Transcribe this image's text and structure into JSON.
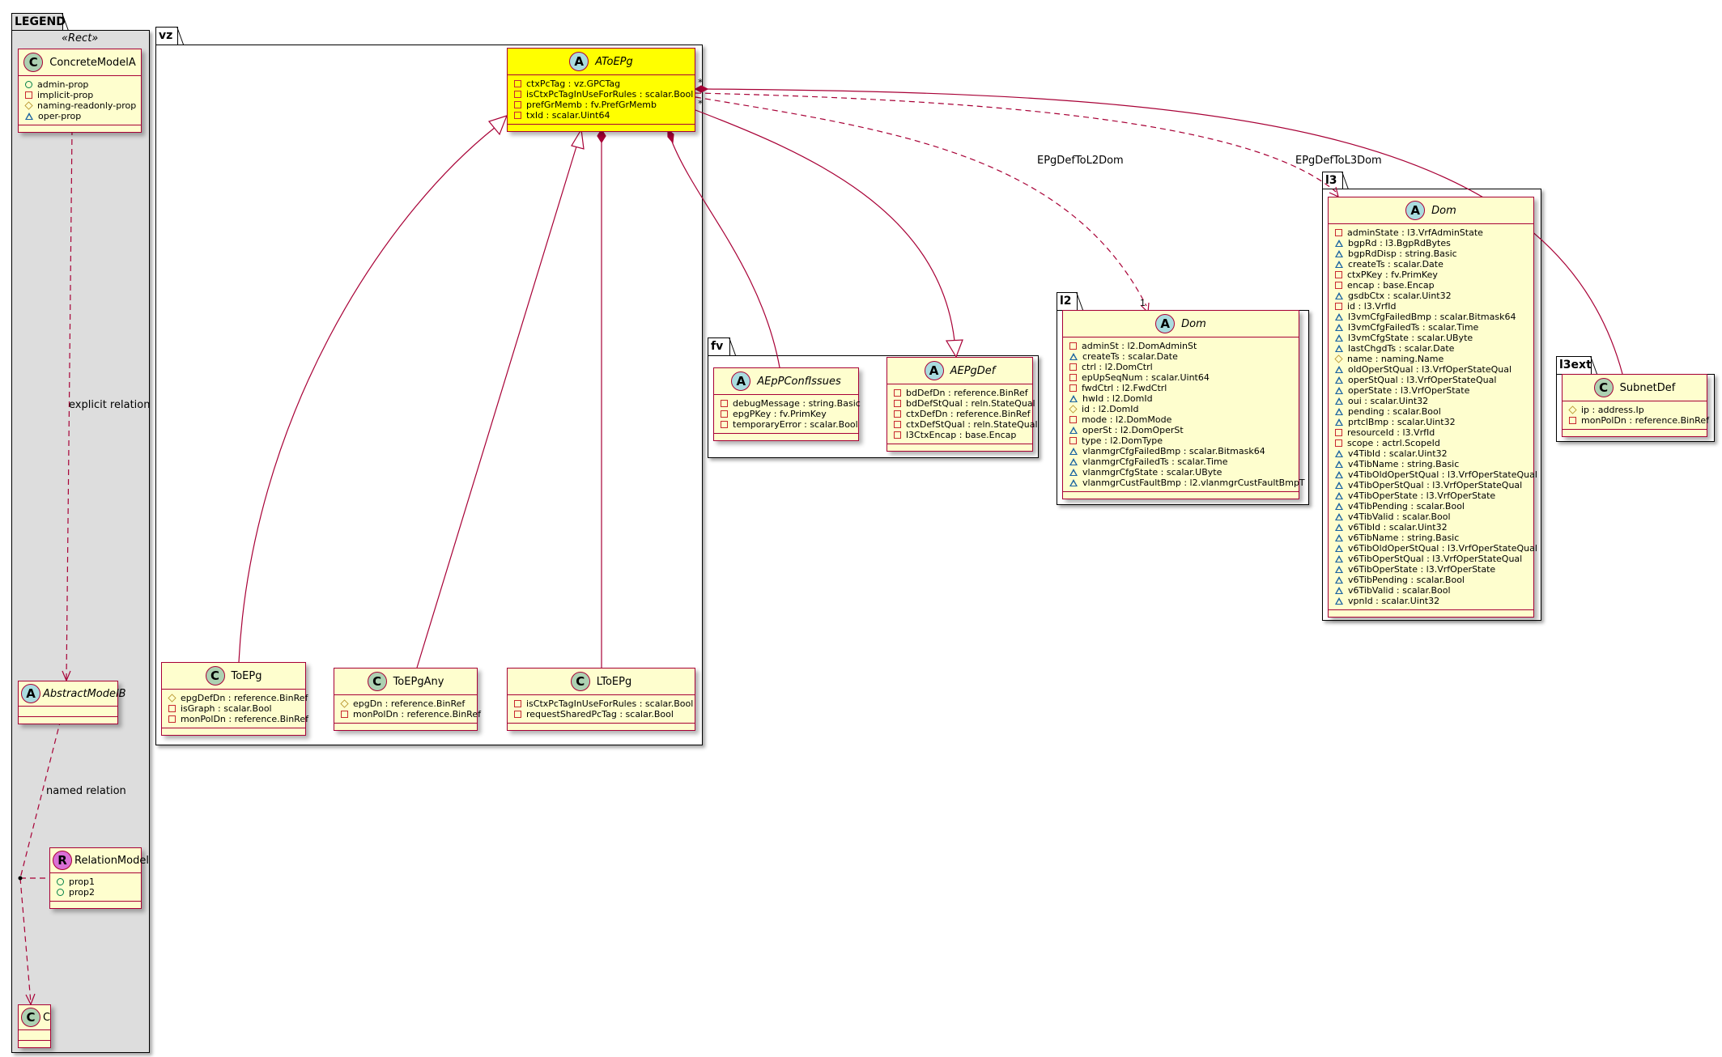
{
  "packages": {
    "legend": "LEGEND",
    "vz": "vz",
    "fv": "fv",
    "l2": "l2",
    "l3": "l3",
    "l3ext": "l3ext"
  },
  "legend_stereotype": "«Rect»",
  "relations": {
    "explicit": "explicit relation",
    "named": "named relation",
    "l2": "EPgDefToL2Dom",
    "l3": "EPgDefToL3Dom",
    "mult_star_1": "*",
    "mult_star_2": "*",
    "mult_one": "1"
  },
  "colors": {
    "border": "#A80036",
    "fill": "#FEFECE",
    "highlight": "#FFFF00",
    "legend_bg": "#DDDDDD"
  },
  "classes": {
    "concreteModelA": {
      "name": "ConcreteModelA",
      "kind": "C",
      "abstract": false,
      "members": [
        {
          "vis": "public",
          "text": "admin-prop"
        },
        {
          "vis": "private",
          "text": "implicit-prop"
        },
        {
          "vis": "protected",
          "text": "naming-readonly-prop"
        },
        {
          "vis": "package",
          "text": "oper-prop"
        }
      ]
    },
    "abstractModelB": {
      "name": "AbstractModelB",
      "kind": "A",
      "abstract": true,
      "members": []
    },
    "relationModel": {
      "name": "RelationModel",
      "kind": "R",
      "abstract": false,
      "members": [
        {
          "vis": "public",
          "text": "prop1"
        },
        {
          "vis": "public",
          "text": "prop2"
        }
      ]
    },
    "c": {
      "name": "C",
      "kind": "C",
      "abstract": false,
      "members": []
    },
    "aToEPg": {
      "name": "AToEPg",
      "kind": "A",
      "abstract": true,
      "members": [
        {
          "vis": "private",
          "text": "ctxPcTag : vz.GPCTag"
        },
        {
          "vis": "private",
          "text": "isCtxPcTagInUseForRules : scalar.Bool"
        },
        {
          "vis": "private",
          "text": "prefGrMemb : fv.PrefGrMemb"
        },
        {
          "vis": "private",
          "text": "txId : scalar.Uint64"
        }
      ]
    },
    "toEPg": {
      "name": "ToEPg",
      "kind": "C",
      "abstract": false,
      "members": [
        {
          "vis": "protected",
          "text": "epgDefDn : reference.BinRef"
        },
        {
          "vis": "private",
          "text": "isGraph : scalar.Bool"
        },
        {
          "vis": "private",
          "text": "monPolDn : reference.BinRef"
        }
      ]
    },
    "toEPgAny": {
      "name": "ToEPgAny",
      "kind": "C",
      "abstract": false,
      "members": [
        {
          "vis": "protected",
          "text": "epgDn : reference.BinRef"
        },
        {
          "vis": "private",
          "text": "monPolDn : reference.BinRef"
        }
      ]
    },
    "lToEPg": {
      "name": "LToEPg",
      "kind": "C",
      "abstract": false,
      "members": [
        {
          "vis": "private",
          "text": "isCtxPcTagInUseForRules : scalar.Bool"
        },
        {
          "vis": "private",
          "text": "requestSharedPcTag : scalar.Bool"
        }
      ]
    },
    "aEpPConfIssues": {
      "name": "AEpPConfIssues",
      "kind": "A",
      "abstract": true,
      "members": [
        {
          "vis": "private",
          "text": "debugMessage : string.Basic"
        },
        {
          "vis": "private",
          "text": "epgPKey : fv.PrimKey"
        },
        {
          "vis": "private",
          "text": "temporaryError : scalar.Bool"
        }
      ]
    },
    "aEPgDef": {
      "name": "AEPgDef",
      "kind": "A",
      "abstract": true,
      "members": [
        {
          "vis": "private",
          "text": "bdDefDn : reference.BinRef"
        },
        {
          "vis": "private",
          "text": "bdDefStQual : reln.StateQual"
        },
        {
          "vis": "private",
          "text": "ctxDefDn : reference.BinRef"
        },
        {
          "vis": "private",
          "text": "ctxDefStQual : reln.StateQual"
        },
        {
          "vis": "private",
          "text": "l3CtxEncap : base.Encap"
        }
      ]
    },
    "l2Dom": {
      "name": "Dom",
      "kind": "A",
      "abstract": true,
      "members": [
        {
          "vis": "private",
          "text": "adminSt : l2.DomAdminSt"
        },
        {
          "vis": "package",
          "text": "createTs : scalar.Date"
        },
        {
          "vis": "private",
          "text": "ctrl : l2.DomCtrl"
        },
        {
          "vis": "private",
          "text": "epUpSeqNum : scalar.Uint64"
        },
        {
          "vis": "private",
          "text": "fwdCtrl : l2.FwdCtrl"
        },
        {
          "vis": "package",
          "text": "hwId : l2.DomId"
        },
        {
          "vis": "protected",
          "text": "id : l2.DomId"
        },
        {
          "vis": "private",
          "text": "mode : l2.DomMode"
        },
        {
          "vis": "package",
          "text": "operSt : l2.DomOperSt"
        },
        {
          "vis": "private",
          "text": "type : l2.DomType"
        },
        {
          "vis": "package",
          "text": "vlanmgrCfgFailedBmp : scalar.Bitmask64"
        },
        {
          "vis": "package",
          "text": "vlanmgrCfgFailedTs : scalar.Time"
        },
        {
          "vis": "package",
          "text": "vlanmgrCfgState : scalar.UByte"
        },
        {
          "vis": "package",
          "text": "vlanmgrCustFaultBmp : l2.vlanmgrCustFaultBmpT"
        }
      ]
    },
    "l3Dom": {
      "name": "Dom",
      "kind": "A",
      "abstract": true,
      "members": [
        {
          "vis": "private",
          "text": "adminState : l3.VrfAdminState"
        },
        {
          "vis": "package",
          "text": "bgpRd : l3.BgpRdBytes"
        },
        {
          "vis": "package",
          "text": "bgpRdDisp : string.Basic"
        },
        {
          "vis": "package",
          "text": "createTs : scalar.Date"
        },
        {
          "vis": "private",
          "text": "ctxPKey : fv.PrimKey"
        },
        {
          "vis": "private",
          "text": "encap : base.Encap"
        },
        {
          "vis": "package",
          "text": "gsdbCtx : scalar.Uint32"
        },
        {
          "vis": "private",
          "text": "id : l3.VrfId"
        },
        {
          "vis": "package",
          "text": "l3vmCfgFailedBmp : scalar.Bitmask64"
        },
        {
          "vis": "package",
          "text": "l3vmCfgFailedTs : scalar.Time"
        },
        {
          "vis": "package",
          "text": "l3vmCfgState : scalar.UByte"
        },
        {
          "vis": "package",
          "text": "lastChgdTs : scalar.Date"
        },
        {
          "vis": "protected",
          "text": "name : naming.Name"
        },
        {
          "vis": "package",
          "text": "oldOperStQual : l3.VrfOperStateQual"
        },
        {
          "vis": "package",
          "text": "operStQual : l3.VrfOperStateQual"
        },
        {
          "vis": "package",
          "text": "operState : l3.VrfOperState"
        },
        {
          "vis": "package",
          "text": "oui : scalar.Uint32"
        },
        {
          "vis": "package",
          "text": "pending : scalar.Bool"
        },
        {
          "vis": "package",
          "text": "prtclBmp : scalar.Uint32"
        },
        {
          "vis": "private",
          "text": "resourceId : l3.VrfId"
        },
        {
          "vis": "private",
          "text": "scope : actrl.ScopeId"
        },
        {
          "vis": "package",
          "text": "v4TibId : scalar.Uint32"
        },
        {
          "vis": "package",
          "text": "v4TibName : string.Basic"
        },
        {
          "vis": "package",
          "text": "v4TibOldOperStQual : l3.VrfOperStateQual"
        },
        {
          "vis": "package",
          "text": "v4TibOperStQual : l3.VrfOperStateQual"
        },
        {
          "vis": "package",
          "text": "v4TibOperState : l3.VrfOperState"
        },
        {
          "vis": "package",
          "text": "v4TibPending : scalar.Bool"
        },
        {
          "vis": "package",
          "text": "v4TibValid : scalar.Bool"
        },
        {
          "vis": "package",
          "text": "v6TibId : scalar.Uint32"
        },
        {
          "vis": "package",
          "text": "v6TibName : string.Basic"
        },
        {
          "vis": "package",
          "text": "v6TibOldOperStQual : l3.VrfOperStateQual"
        },
        {
          "vis": "package",
          "text": "v6TibOperStQual : l3.VrfOperStateQual"
        },
        {
          "vis": "package",
          "text": "v6TibOperState : l3.VrfOperState"
        },
        {
          "vis": "package",
          "text": "v6TibPending : scalar.Bool"
        },
        {
          "vis": "package",
          "text": "v6TibValid : scalar.Bool"
        },
        {
          "vis": "package",
          "text": "vpnId : scalar.Uint32"
        }
      ]
    },
    "subnetDef": {
      "name": "SubnetDef",
      "kind": "C",
      "abstract": false,
      "members": [
        {
          "vis": "protected",
          "text": "ip : address.Ip"
        },
        {
          "vis": "private",
          "text": "monPolDn : reference.BinRef"
        }
      ]
    }
  }
}
